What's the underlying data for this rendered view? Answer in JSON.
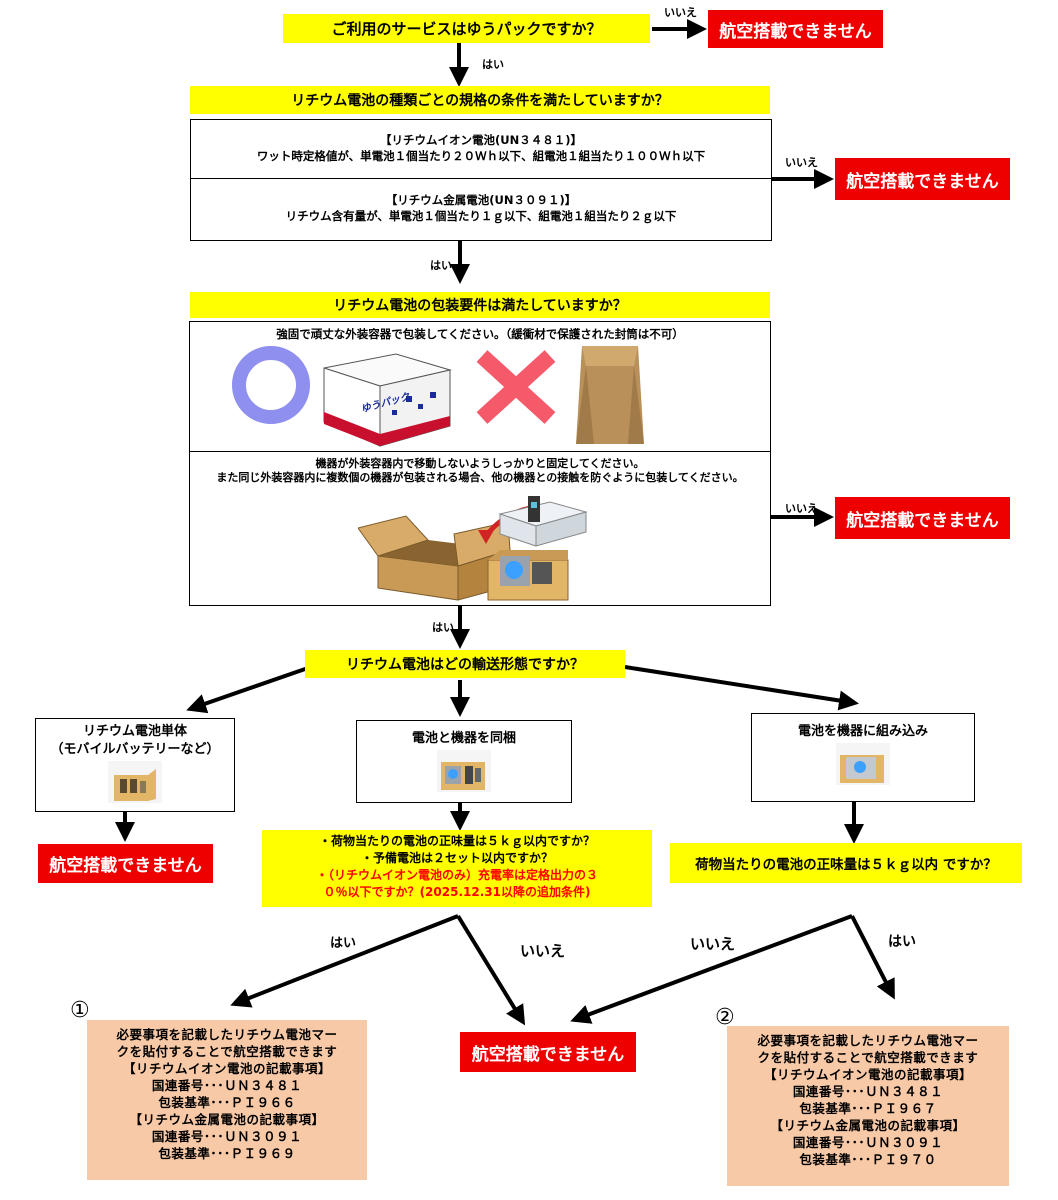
{
  "q1": {
    "text": "ご利用のサービスはゆうパックですか？"
  },
  "q2": {
    "text": "リチウム電池の種類ごとの規格の条件を満たしていますか？"
  },
  "q3": {
    "text": "リチウム電池の包装要件は満たしていますか？"
  },
  "q4": {
    "text": "リチウム電池はどの輸送形態ですか？"
  },
  "ng": {
    "text": "航空搭載できません"
  },
  "labels": {
    "yes": "はい",
    "no": "いいえ"
  },
  "spec": {
    "ion_title": "【リチウムイオン電池(UN３４８１)】",
    "ion_desc": "ワット時定格値が、単電池１個当たり２０Ｗｈ以下、組電池１組当たり１００Ｗｈ以下",
    "metal_title": "【リチウム金属電池(UN３０９１)】",
    "metal_desc": "リチウム含有量が、単電池１個当たり１ｇ以下、組電池１組当たり２ｇ以下"
  },
  "packaging": {
    "outer": "強固で頑丈な外装容器で包装してください。（緩衝材で保護された封筒は不可）",
    "fix1": "機器が外装容器内で移動しないようしっかりと固定してください。",
    "fix2": "また同じ外装容器内に複数個の機器が包装される場合、他の機器との接触を防ぐように包装してください。",
    "box_logo": "ゆうパック"
  },
  "modes": {
    "single1": "リチウム電池単体",
    "single2": "（モバイルバッテリーなど）",
    "packed": "電池と機器を同梱",
    "installed": "電池を機器に組み込み"
  },
  "cond_mid": {
    "l1": "・荷物当たりの電池の正味量は５ｋｇ以内ですか？",
    "l2": "・予備電池は２セット以内ですか？",
    "l3": "・（リチウムイオン電池のみ）充電率は定格出力の３",
    "l4a": "０％以下ですか？",
    "l4b": "(2025.12.31以降の追加条件)"
  },
  "cond_right": {
    "text": "荷物当たりの電池の正味量は５ｋｇ以内 ですか？"
  },
  "result1": {
    "num": "①",
    "l1": "必要事項を記載したリチウム電池マー",
    "l2": "クを貼付することで航空搭載できます",
    "l3": "【リチウムイオン電池の記載事項】",
    "l4": "国連番号･･･ＵＮ３４８１",
    "l5": "包装基準･･･ＰＩ９６６",
    "l6": "【リチウム金属電池の記載事項】",
    "l7": "国連番号･･･ＵＮ３０９１",
    "l8": "包装基準･･･ＰＩ９６９"
  },
  "result2": {
    "num": "②",
    "l1": "必要事項を記載したリチウム電池マー",
    "l2": "クを貼付することで航空搭載できます",
    "l3": "【リチウムイオン電池の記載事項】",
    "l4": "国連番号･･･ＵＮ３４８１",
    "l5": "包装基準･･･ＰＩ９６７",
    "l6": "【リチウム金属電池の記載事項】",
    "l7": "国連番号･･･ＵＮ３０９１",
    "l8": "包装基準･･･ＰＩ９７０"
  },
  "colors": {
    "question": "#ffff00",
    "ng": "#ee0000",
    "result": "#f8c9a6",
    "warn_text": "#ff0000"
  }
}
